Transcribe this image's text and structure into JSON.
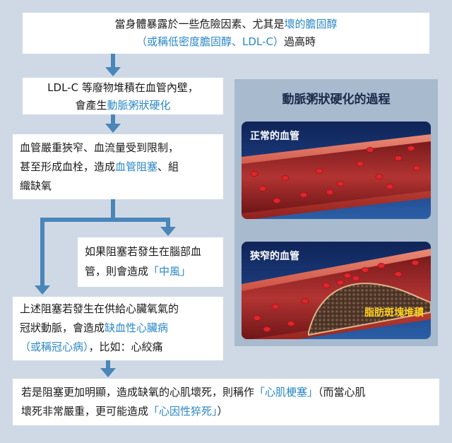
{
  "box1": {
    "line1_pre": "當身體暴露於一些危險因素、尤其是",
    "line1_hl": "壞的膽固醇",
    "line2_hl": "（或稱低密度膽固醇、LDL-C）",
    "line2_post": "過高時"
  },
  "box2": {
    "line1": "LDL-C 等廢物堆積在血管內壁，",
    "line2_pre": "會產生",
    "line2_hl": "動脈粥狀硬化"
  },
  "box3": {
    "line1": "血管嚴重狹窄、血流量受到限制，",
    "line2_pre": "甚至形成血栓，造成",
    "line2_hl": "血管阻塞",
    "line2_post": "、組",
    "line3": "織缺氧"
  },
  "box4": {
    "line1": "如果阻塞若發生在腦部血",
    "line2_pre": "管，則會造成",
    "line2_hl": "「中風」"
  },
  "box5": {
    "line1": "上述阻塞若發生在供給心臟氧氣的",
    "line2_pre": "冠狀動脈，會造成",
    "line2_hl": "缺血性心臟病",
    "line3_hl": "（或稱冠心病）",
    "line3_post": "，比如：心絞痛"
  },
  "box6": {
    "line1_pre": "若是阻塞更加明顯，造成缺氧的心肌壞死，則稱作",
    "line1_hl": "「心肌梗塞」",
    "line1_post": "（而當心肌",
    "line2_pre": "壞死非常嚴重，更可能造成",
    "line2_hl": "「心因性猝死」",
    "line2_post": "）"
  },
  "panel": {
    "title": "動脈粥狀硬化的過程",
    "normal_label": "正常的血管",
    "narrow_label": "狹窄的血管",
    "plaque_label": "脂肪斑塊堆積"
  },
  "colors": {
    "highlight": "#2b87c6",
    "arrow": "#4a86b8",
    "background": "#cfd9e6",
    "plaque_label": "#ffd21f"
  }
}
